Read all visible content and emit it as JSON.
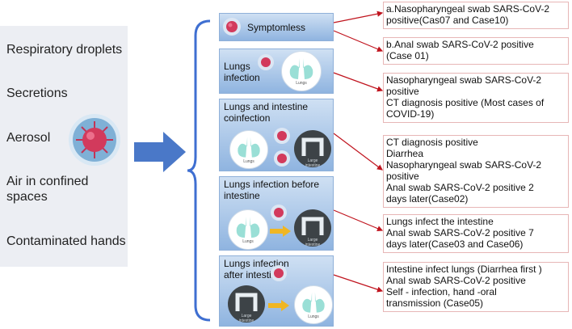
{
  "routes": [
    "Respiratory droplets",
    "Secretions",
    "Aerosol",
    "Air in confined spaces",
    "Contaminated hands"
  ],
  "panels": [
    {
      "title": "Symptomless"
    },
    {
      "title": "Lungs infection",
      "organ1": "Lungs"
    },
    {
      "title": "Lungs and intestine coinfection",
      "organ1": "Lungs",
      "organ2": "Large intestine"
    },
    {
      "title": "Lungs infection before intestine",
      "organ1": "Lungs",
      "organ2": "Large intestine"
    },
    {
      "title": "Lungs infection after intestine",
      "organ1": "Large intestine",
      "organ2": "Lungs"
    }
  ],
  "notes": [
    {
      "lines": [
        "a.Nasopharyngeal swab SARS-CoV-2",
        "positive(Cas07 and Case10)"
      ]
    },
    {
      "lines": [
        "b.Anal swab SARS-CoV-2 positive",
        "(Case 01)"
      ]
    },
    {
      "lines": [
        "Nasopharyngeal swab SARS-CoV-2",
        "positive",
        "CT diagnosis positive (Most cases of",
        "COVID-19)"
      ]
    },
    {
      "lines": [
        "CT diagnosis positive",
        "Diarrhea",
        "Nasopharyngeal swab SARS-CoV-2",
        "positive",
        "Anal swab SARS-CoV-2 positive 2",
        "days later(Case02)"
      ]
    },
    {
      "lines": [
        "Lungs infect the intestine",
        "Anal swab SARS-CoV-2 positive 7",
        "days later(Case03 and Case06)"
      ]
    },
    {
      "lines": [
        "Intestine infect lungs (Diarrhea first )",
        "Anal swab SARS-CoV-2 positive",
        "Self - infection, hand -oral",
        "transmission (Case05)"
      ]
    }
  ],
  "colors": {
    "connector": "#c0141e",
    "bracket": "#3f6fd1",
    "arrow": "#4a78c8",
    "panel": "#a9c6ea",
    "lungs": "#9adfd6",
    "intestine": "#3d4347",
    "virus": "#d23a5c"
  }
}
